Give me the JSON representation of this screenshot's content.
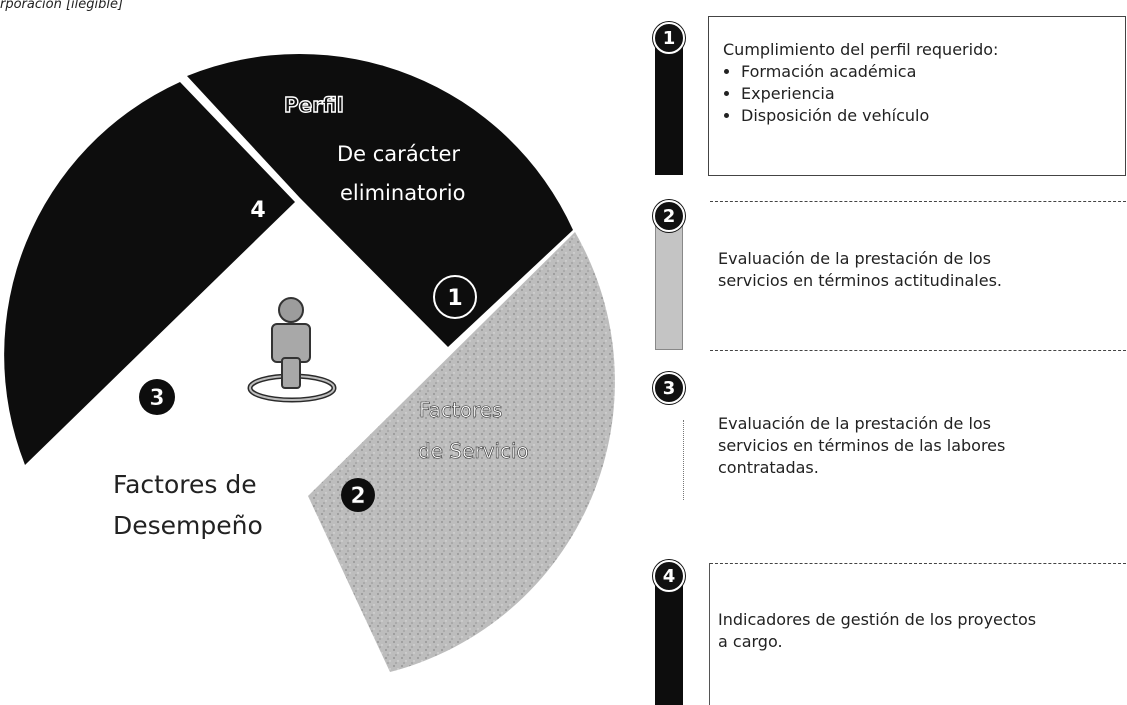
{
  "caption": "rporacion [ilegible]",
  "diagram": {
    "segments": {
      "perfil_title": "Perfil",
      "perfil_sub1": "De carácter",
      "perfil_sub2": "eliminatorio",
      "servicio_line1": "Factores",
      "servicio_line2": "de Servicio",
      "desempeno_line1": "Factores de",
      "desempeno_line2": "Desempeño"
    },
    "numbers": [
      "1",
      "2",
      "3",
      "4"
    ],
    "person_icon": "person-rotation-icon"
  },
  "panel": {
    "items": [
      {
        "number": "1",
        "title": "Cumplimiento del perfil requerido:",
        "bullets": [
          "Formación académica",
          "Experiencia",
          "Disposición de vehículo"
        ]
      },
      {
        "number": "2",
        "text_line1": "Evaluación de la prestación de los",
        "text_line2": "servicios en términos actitudinales."
      },
      {
        "number": "3",
        "text_line1": "Evaluación de la prestación de los",
        "text_line2": "servicios en términos de las labores",
        "text_line3": "contratadas."
      },
      {
        "number": "4",
        "text_line1": "Indicadores de gestión de los proyectos",
        "text_line2": "a cargo."
      }
    ]
  },
  "colors": {
    "dark": "#0d0d0d",
    "grey": "#b8b8b8",
    "white": "#ffffff"
  }
}
